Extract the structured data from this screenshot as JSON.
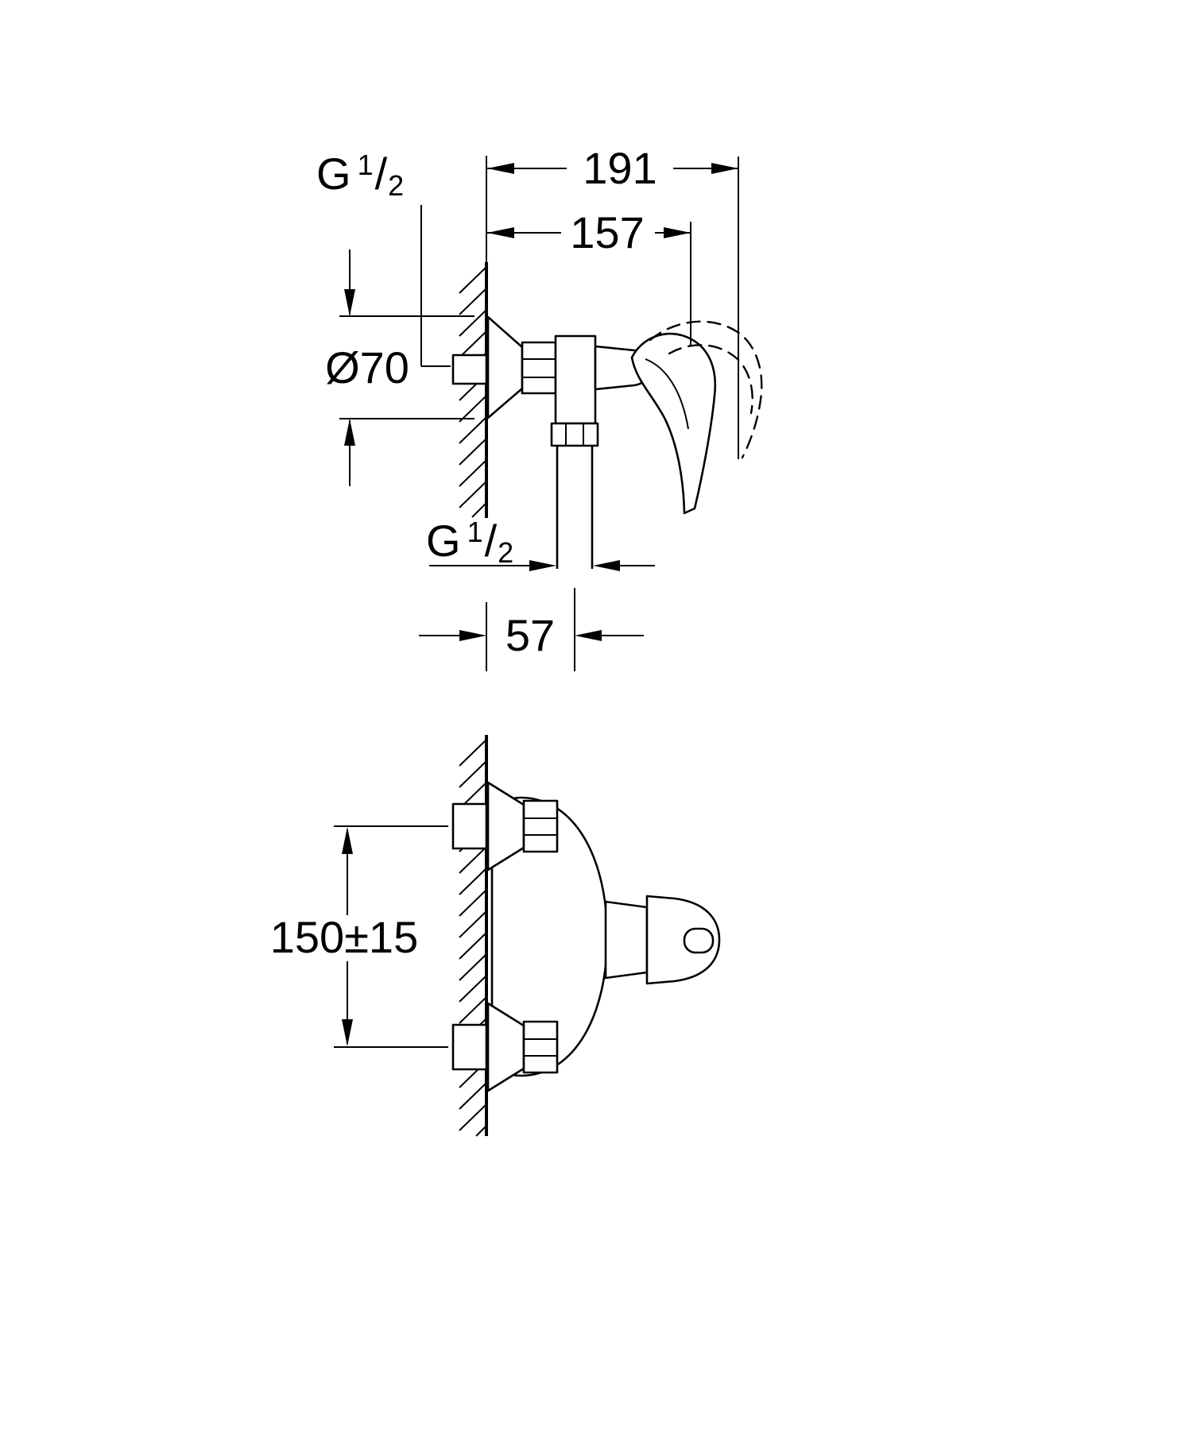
{
  "drawing": {
    "colors": {
      "line": "#000000",
      "background": "#ffffff"
    },
    "top_view": {
      "thread_label_top": {
        "g": "G",
        "num": "1",
        "slash": "/",
        "den": "2"
      },
      "dim_width_full": "191",
      "dim_width_body": "157",
      "dim_escutcheon": "Ø70",
      "thread_label_outlet": {
        "g": "G",
        "num": "1",
        "slash": "/",
        "den": "2"
      },
      "dim_outlet_offset": "57"
    },
    "front_view": {
      "dim_inlet_distance": "150±15"
    }
  }
}
